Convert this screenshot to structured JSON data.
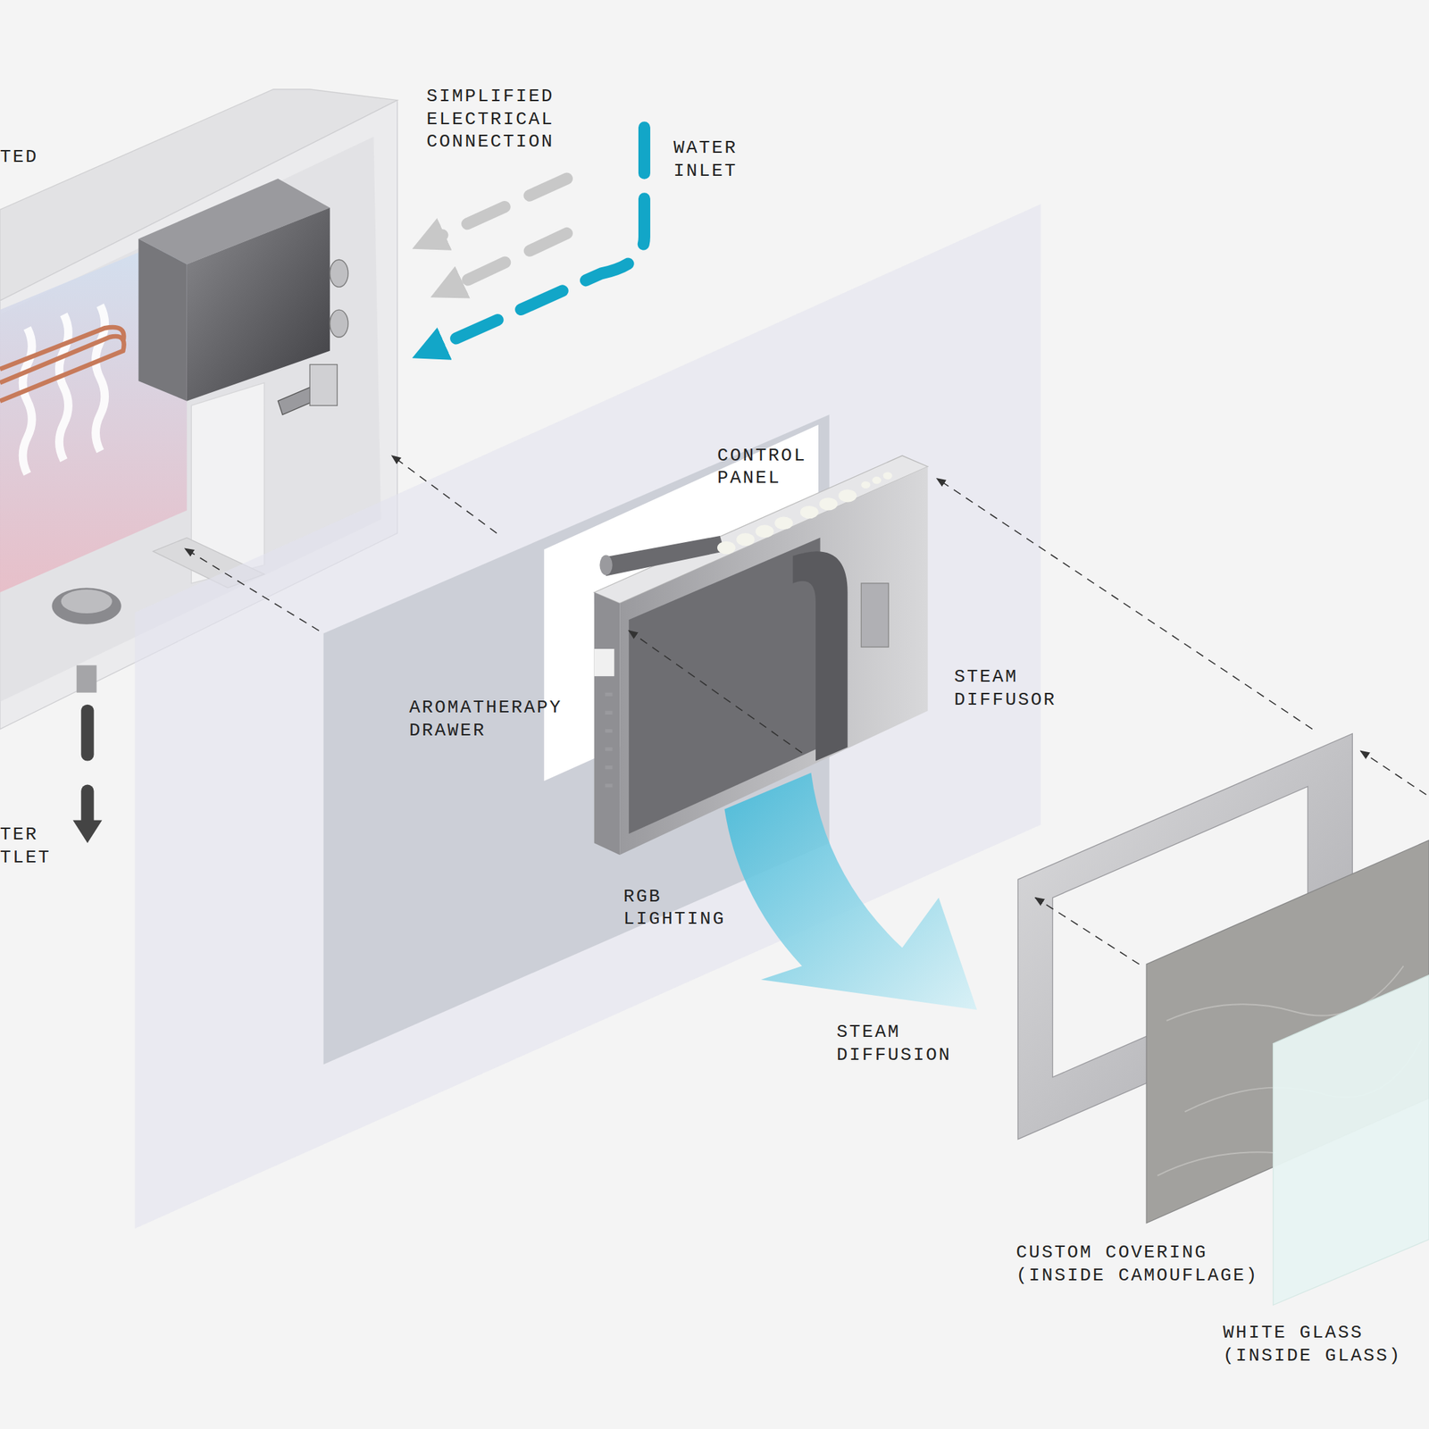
{
  "diagram": {
    "labels": [
      "TED",
      "SIMPLIFIED ELECTRICAL CONNECTION",
      "WATER INLET",
      "CONTROL PANEL",
      "STEAM DIFFUSOR",
      "AROMATHERAPY DRAWER",
      "TER TLET",
      "RGB LIGHTING",
      "STEAM DIFFUSION",
      "CUSTOM COVERING (INSIDE CAMOUFLAGE)",
      "WHITE GLASS (INSIDE GLASS)"
    ]
  }
}
